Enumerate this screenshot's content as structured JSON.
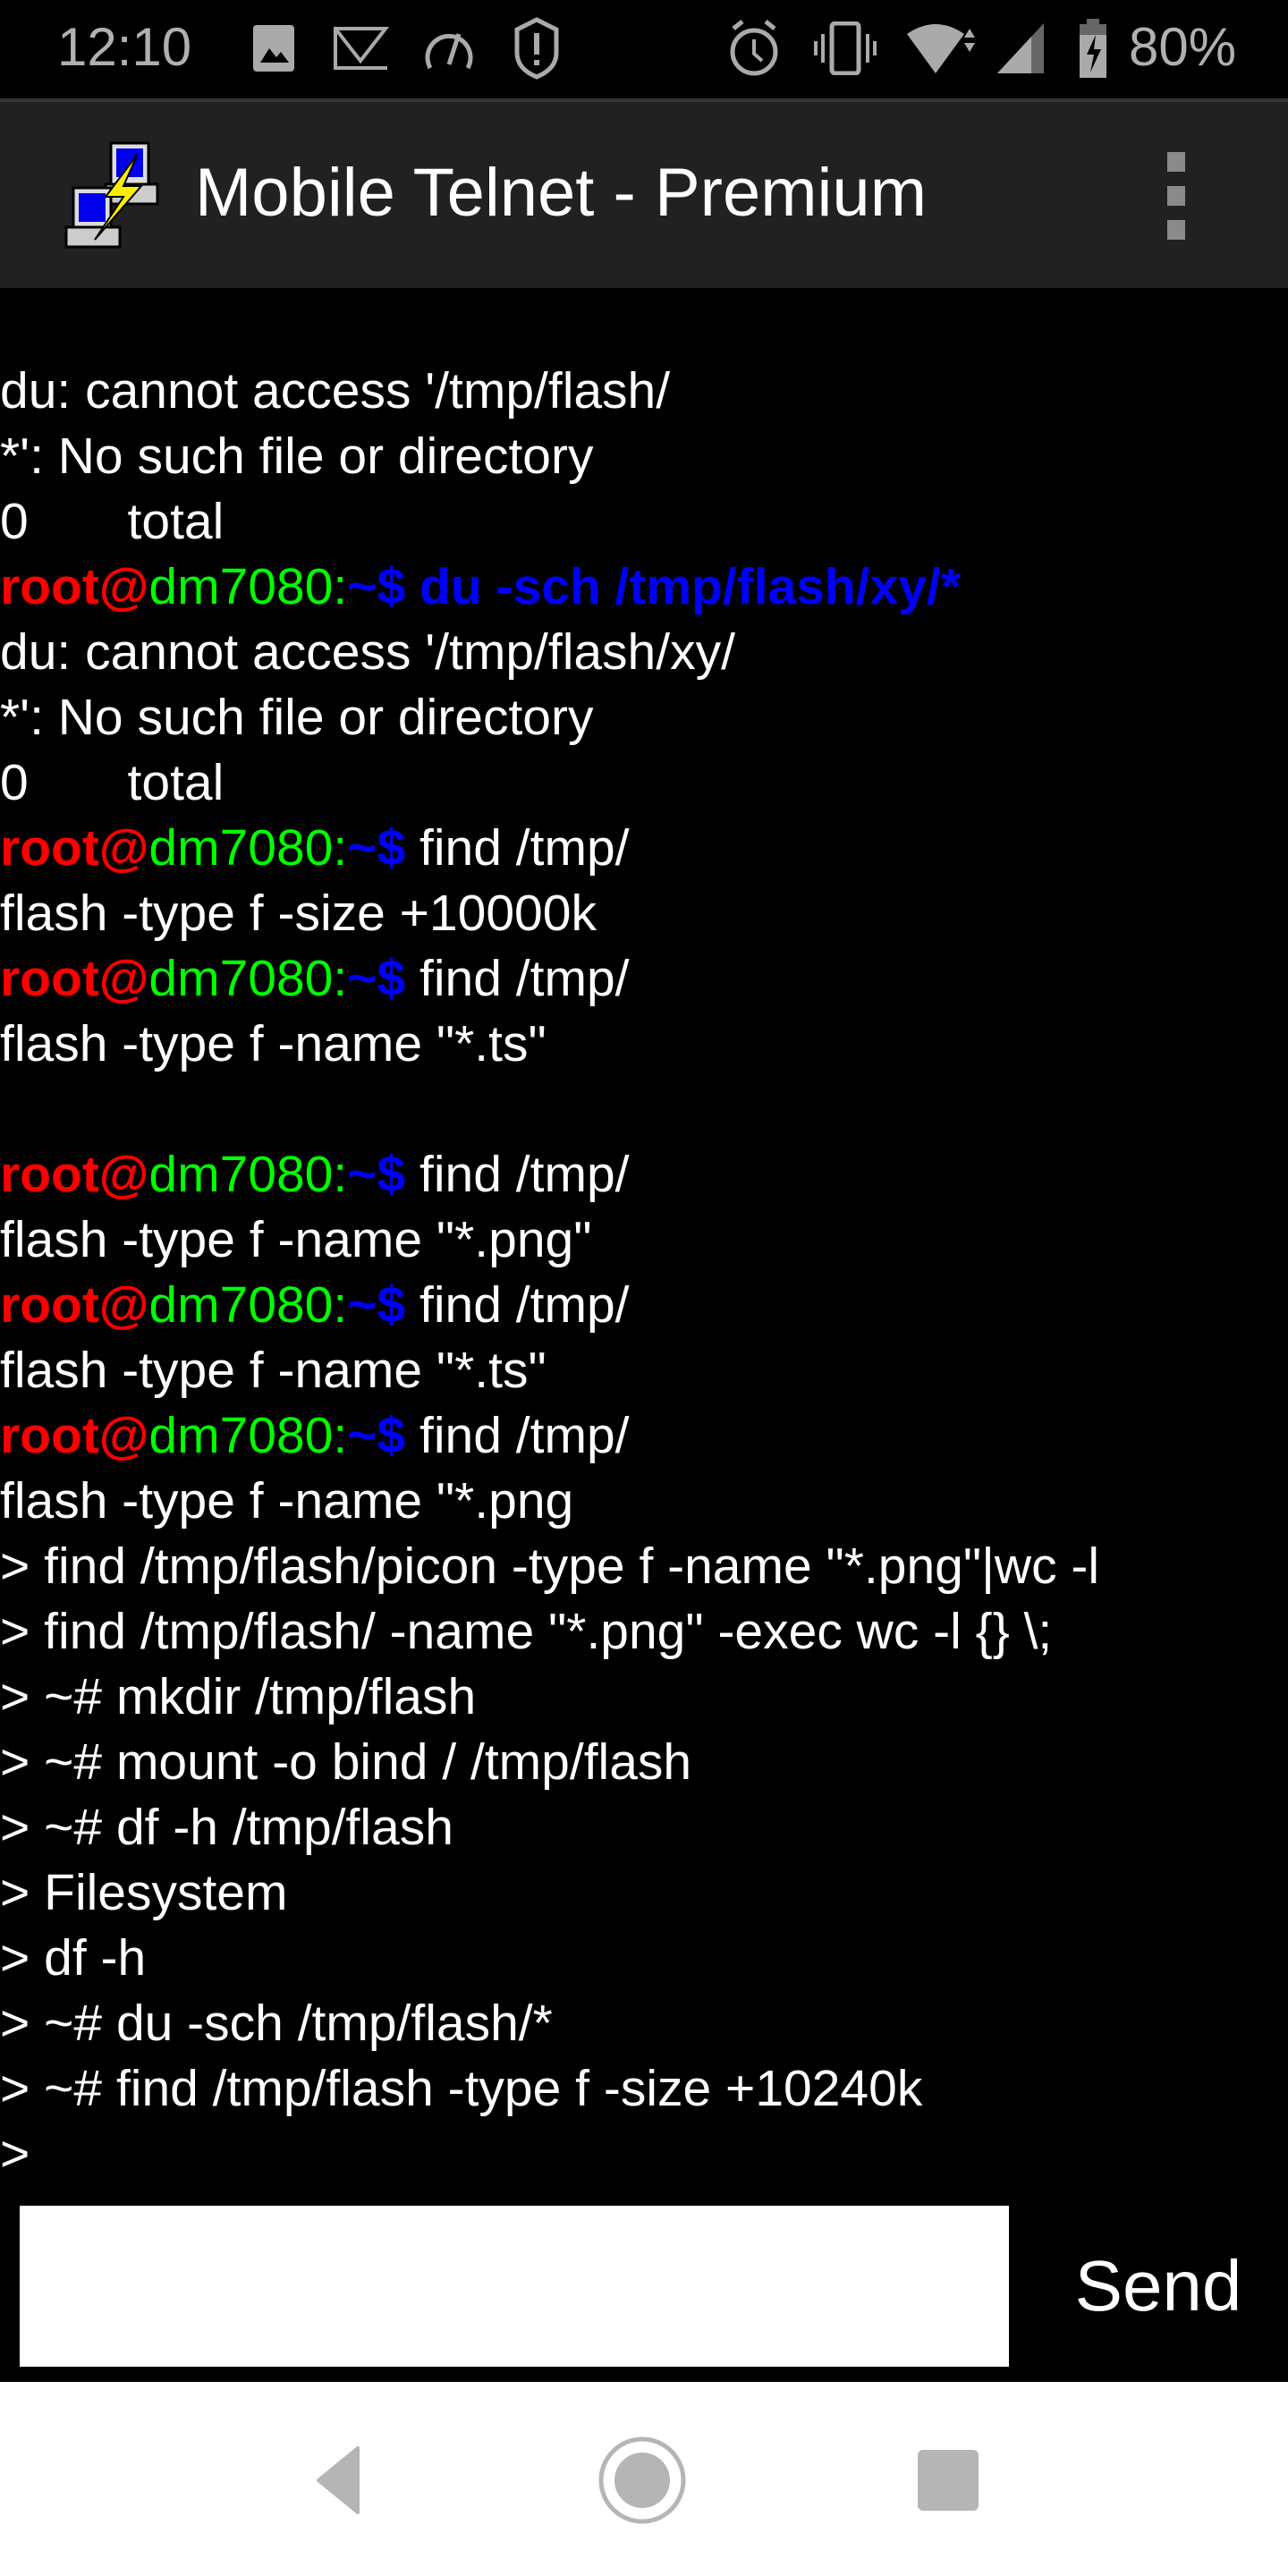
{
  "status_bar": {
    "time": "12:10",
    "battery": "80%",
    "icons_left": [
      "image-icon",
      "mail-icon",
      "speedometer-icon",
      "shield-alert-icon"
    ],
    "icons_right": [
      "alarm-icon",
      "vibrate-icon",
      "wifi-icon",
      "signal-icon",
      "battery-charging-icon"
    ]
  },
  "app_bar": {
    "title": "Mobile Telnet - Premium",
    "logo": "telnet-computers-icon",
    "menu": "overflow-menu-icon"
  },
  "colors": {
    "prompt_user": "#ff0000",
    "prompt_host": "#00ff00",
    "prompt_path": "#0000ff",
    "text": "#ffffff",
    "appbar": "#212121"
  },
  "terminal": {
    "lines": [
      [
        {
          "t": "du: cannot access '/tmp/flash/",
          "c": "white"
        }
      ],
      [
        {
          "t": "*': No such file or directory",
          "c": "white"
        }
      ],
      [
        {
          "t": "0       total",
          "c": "white"
        }
      ],
      [
        {
          "t": "root@",
          "c": "red"
        },
        {
          "t": "dm7080:",
          "c": "green"
        },
        {
          "t": "~$ du -sch /tmp/flash/xy/*",
          "c": "blue"
        }
      ],
      [
        {
          "t": "du: cannot access '/tmp/flash/xy/",
          "c": "white"
        }
      ],
      [
        {
          "t": "*': No such file or directory",
          "c": "white"
        }
      ],
      [
        {
          "t": "0       total",
          "c": "white"
        }
      ],
      [
        {
          "t": "root@",
          "c": "red"
        },
        {
          "t": "dm7080:",
          "c": "green"
        },
        {
          "t": "~$",
          "c": "blue"
        },
        {
          "t": " find /tmp/",
          "c": "white"
        }
      ],
      [
        {
          "t": "flash -type f -size +10000k",
          "c": "white"
        }
      ],
      [
        {
          "t": "root@",
          "c": "red"
        },
        {
          "t": "dm7080:",
          "c": "green"
        },
        {
          "t": "~$",
          "c": "blue"
        },
        {
          "t": " find /tmp/",
          "c": "white"
        }
      ],
      [
        {
          "t": "flash -type f -name \"*.ts\"",
          "c": "white"
        }
      ],
      [
        {
          "t": "",
          "c": "white"
        }
      ],
      [
        {
          "t": "root@",
          "c": "red"
        },
        {
          "t": "dm7080:",
          "c": "green"
        },
        {
          "t": "~$",
          "c": "blue"
        },
        {
          "t": " find /tmp/",
          "c": "white"
        }
      ],
      [
        {
          "t": "flash -type f -name \"*.png\"",
          "c": "white"
        }
      ],
      [
        {
          "t": "root@",
          "c": "red"
        },
        {
          "t": "dm7080:",
          "c": "green"
        },
        {
          "t": "~$",
          "c": "blue"
        },
        {
          "t": " find /tmp/",
          "c": "white"
        }
      ],
      [
        {
          "t": "flash -type f -name \"*.ts\"",
          "c": "white"
        }
      ],
      [
        {
          "t": "root@",
          "c": "red"
        },
        {
          "t": "dm7080:",
          "c": "green"
        },
        {
          "t": "~$",
          "c": "blue"
        },
        {
          "t": " find /tmp/",
          "c": "white"
        }
      ],
      [
        {
          "t": "flash -type f -name \"*.png",
          "c": "white"
        }
      ],
      [
        {
          "t": "> find /tmp/flash/picon -type f -name \"*.png\"|wc -l",
          "c": "white"
        }
      ],
      [
        {
          "t": "> find /tmp/flash/ -name \"*.png\" -exec wc -l {} \\;",
          "c": "white"
        }
      ],
      [
        {
          "t": "> ~# mkdir /tmp/flash",
          "c": "white"
        }
      ],
      [
        {
          "t": "> ~# mount -o bind / /tmp/flash",
          "c": "white"
        }
      ],
      [
        {
          "t": "> ~# df -h /tmp/flash",
          "c": "white"
        }
      ],
      [
        {
          "t": "> Filesystem",
          "c": "white"
        }
      ],
      [
        {
          "t": "> df -h",
          "c": "white"
        }
      ],
      [
        {
          "t": "> ~# du -sch /tmp/flash/*",
          "c": "white"
        }
      ],
      [
        {
          "t": "> ~# find /tmp/flash -type f -size +10240k",
          "c": "white"
        }
      ],
      [
        {
          "t": ">",
          "c": "white"
        }
      ]
    ]
  },
  "input": {
    "value": "",
    "send_label": "Send"
  },
  "nav_bar": {
    "icons": [
      "back-icon",
      "home-icon",
      "recents-icon"
    ]
  }
}
